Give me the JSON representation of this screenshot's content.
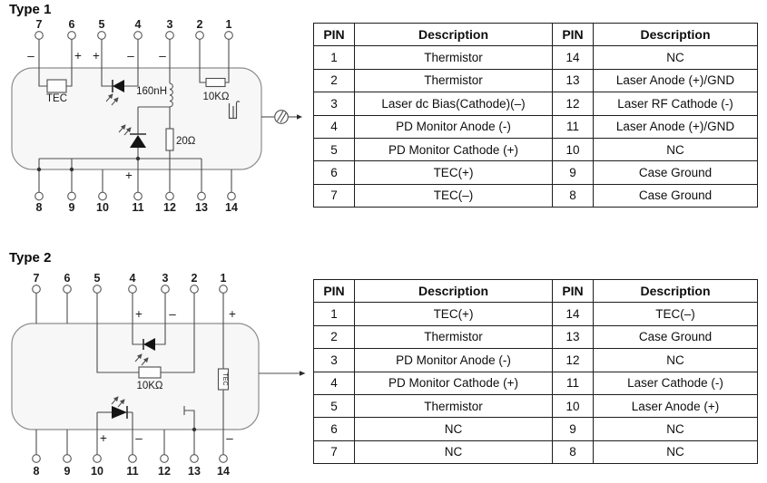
{
  "glyphs": {
    "plus": "+",
    "minus": "–"
  },
  "colors": {
    "line": "#4d4d4d",
    "package_fill": "#f7f7f7",
    "package_stroke": "#8c8c8c",
    "table_border": "#1d1d1d"
  },
  "type1": {
    "title": "Type 1",
    "diagram": {
      "top_pins": [
        "7",
        "6",
        "5",
        "4",
        "3",
        "2",
        "1"
      ],
      "bottom_pins": [
        "8",
        "9",
        "10",
        "11",
        "12",
        "13",
        "14"
      ],
      "tec_label": "TEC",
      "inductor_label": "160nH",
      "rf_resistor_label": "20Ω",
      "thermistor_label": "10KΩ"
    },
    "table": {
      "headers": [
        "PIN",
        "Description",
        "PIN",
        "Description"
      ],
      "rows": [
        [
          "1",
          "Thermistor",
          "14",
          "NC"
        ],
        [
          "2",
          "Thermistor",
          "13",
          "Laser Anode (+)/GND"
        ],
        [
          "3",
          "Laser dc Bias(Cathode)(–)",
          "12",
          "Laser RF Cathode (-)"
        ],
        [
          "4",
          "PD Monitor Anode (-)",
          "11",
          "Laser Anode (+)/GND"
        ],
        [
          "5",
          "PD Monitor Cathode (+)",
          "10",
          "NC"
        ],
        [
          "6",
          "TEC(+)",
          "9",
          "Case Ground"
        ],
        [
          "7",
          "TEC(–)",
          "8",
          "Case Ground"
        ]
      ]
    }
  },
  "type2": {
    "title": "Type 2",
    "diagram": {
      "top_pins": [
        "7",
        "6",
        "5",
        "4",
        "3",
        "2",
        "1"
      ],
      "bottom_pins": [
        "8",
        "9",
        "10",
        "11",
        "12",
        "13",
        "14"
      ],
      "tec_label": "TEC",
      "thermistor_label": "10KΩ"
    },
    "table": {
      "headers": [
        "PIN",
        "Description",
        "PIN",
        "Description"
      ],
      "rows": [
        [
          "1",
          "TEC(+)",
          "14",
          "TEC(–)"
        ],
        [
          "2",
          "Thermistor",
          "13",
          "Case Ground"
        ],
        [
          "3",
          "PD Monitor Anode (-)",
          "12",
          "NC"
        ],
        [
          "4",
          "PD Monitor Cathode (+)",
          "11",
          "Laser Cathode (-)"
        ],
        [
          "5",
          "Thermistor",
          "10",
          "Laser Anode (+)"
        ],
        [
          "6",
          "NC",
          "9",
          "NC"
        ],
        [
          "7",
          "NC",
          "8",
          "NC"
        ]
      ]
    }
  }
}
